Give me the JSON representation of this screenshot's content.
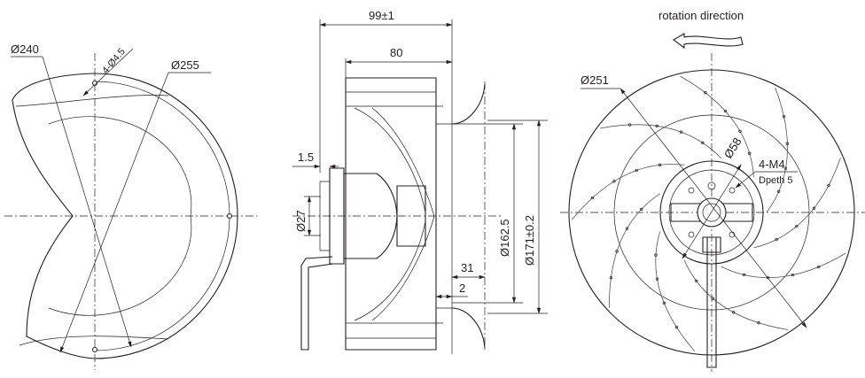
{
  "left_view": {
    "dim_d240": "Ø240",
    "dim_holes": "4-Ø4.5",
    "dim_d255": "Ø255"
  },
  "side_view": {
    "dim_length": "99±1",
    "dim_80": "80",
    "dim_1_5": "1.5",
    "dim_d27": "Ø27",
    "dim_d162_5": "Ø162.5",
    "dim_d171": "Ø171±0.2",
    "dim_31": "31",
    "dim_2": "2"
  },
  "front_view": {
    "rotation_label": "rotation direction",
    "dim_d251": "Ø251",
    "dim_d58": "Ø58",
    "thread_label": "4-M4",
    "depth_label": "Dpeth 5"
  },
  "colors": {
    "line": "#231f20",
    "background": "#ffffff"
  }
}
